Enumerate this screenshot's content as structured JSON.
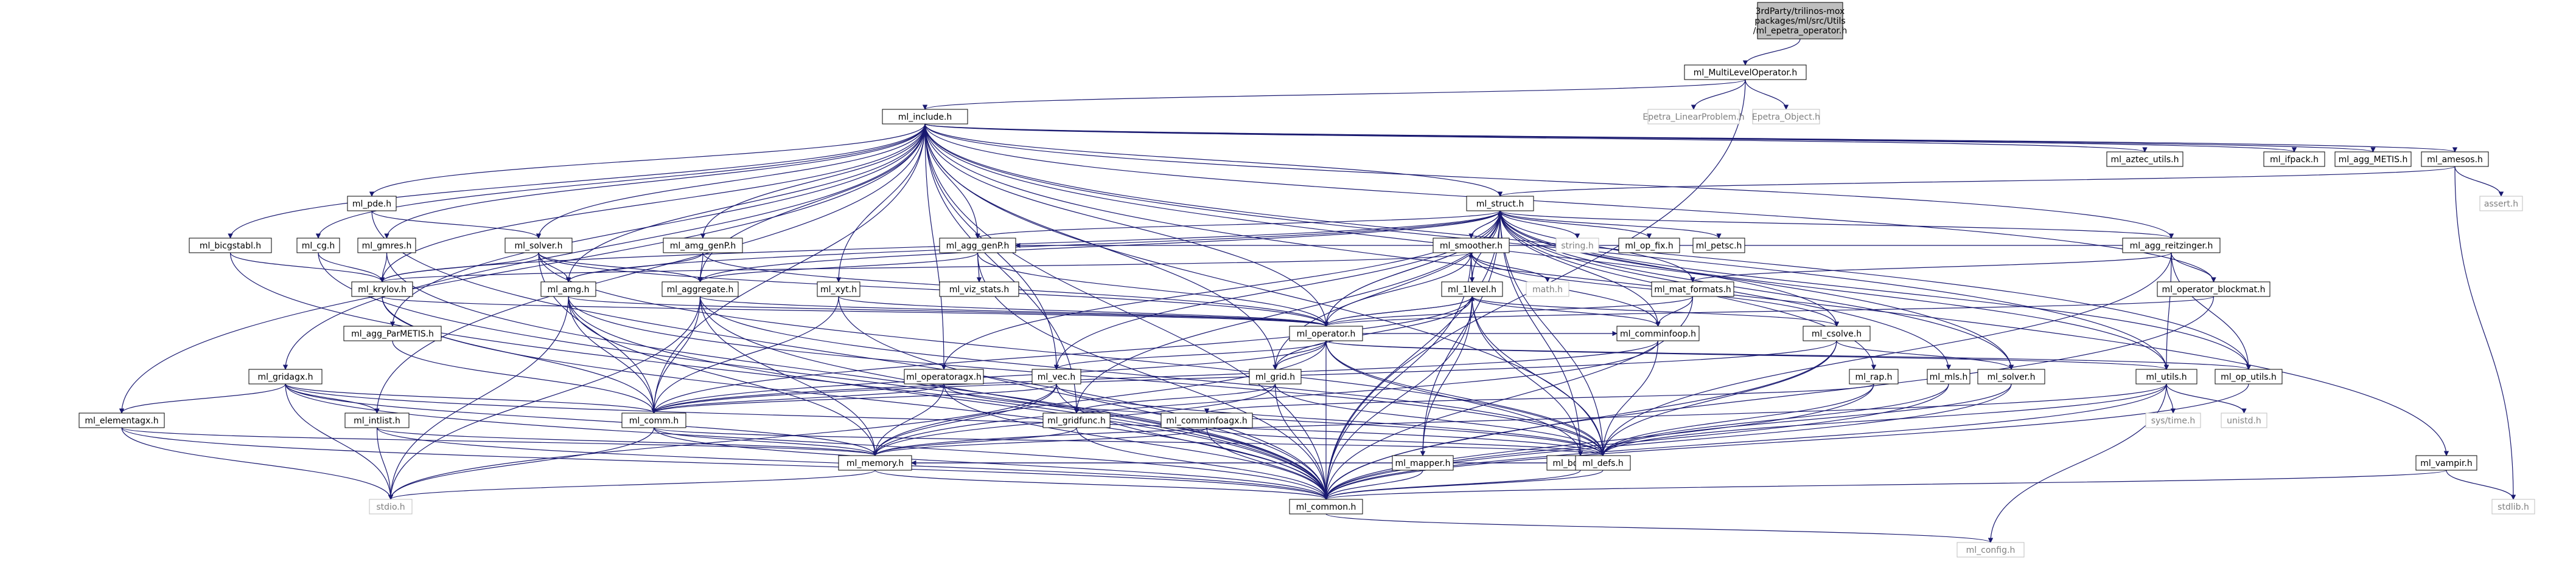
{
  "colors": {
    "edge": "#191970",
    "edge_weak": "#d3d3d3",
    "node_border": "#000000",
    "node_border_external": "#bfbfbf",
    "node_fill": "#ffffff",
    "root_fill": "#bfbfbf",
    "text": "#000000",
    "text_external": "#808080"
  },
  "nodes": [
    {
      "id": "root",
      "lines": [
        "3rdParty/trilinos-mox",
        "packages/ml/src/Utils",
        "/ml_epetra_operator.h"
      ],
      "kind": "root"
    },
    {
      "id": "mlop",
      "lines": [
        "ml_MultiLevelOperator.h"
      ]
    },
    {
      "id": "elp",
      "lines": [
        "Epetra_LinearProblem.h"
      ],
      "kind": "external"
    },
    {
      "id": "eobj",
      "lines": [
        "Epetra_Object.h"
      ],
      "kind": "external"
    },
    {
      "id": "inc",
      "lines": [
        "ml_include.h"
      ]
    },
    {
      "id": "aztec",
      "lines": [
        "ml_aztec_utils.h"
      ]
    },
    {
      "id": "ifpack",
      "lines": [
        "ml_ifpack.h"
      ]
    },
    {
      "id": "aggmet",
      "lines": [
        "ml_agg_METIS.h"
      ]
    },
    {
      "id": "amesos",
      "lines": [
        "ml_amesos.h"
      ]
    },
    {
      "id": "assert",
      "lines": [
        "assert.h"
      ],
      "kind": "external"
    },
    {
      "id": "pde",
      "lines": [
        "ml_pde.h"
      ]
    },
    {
      "id": "struct",
      "lines": [
        "ml_struct.h"
      ]
    },
    {
      "id": "reitz",
      "lines": [
        "ml_agg_reitzinger.h"
      ]
    },
    {
      "id": "bicg",
      "lines": [
        "ml_bicgstabl.h"
      ]
    },
    {
      "id": "cg",
      "lines": [
        "ml_cg.h"
      ]
    },
    {
      "id": "gmres",
      "lines": [
        "ml_gmres.h"
      ]
    },
    {
      "id": "solver",
      "lines": [
        "ml_solver.h"
      ]
    },
    {
      "id": "genP",
      "lines": [
        "ml_amg_genP.h"
      ]
    },
    {
      "id": "agggen",
      "lines": [
        "ml_agg_genP.h"
      ]
    },
    {
      "id": "vizst",
      "lines": [
        "ml_viz_stats.h"
      ]
    },
    {
      "id": "smooth",
      "lines": [
        "ml_smoother.h"
      ]
    },
    {
      "id": "string",
      "lines": [
        "string.h"
      ],
      "kind": "external"
    },
    {
      "id": "opfix",
      "lines": [
        "ml_op_fix.h"
      ]
    },
    {
      "id": "petsc",
      "lines": [
        "ml_petsc.h"
      ]
    },
    {
      "id": "krylov",
      "lines": [
        "ml_krylov.h"
      ]
    },
    {
      "id": "amg",
      "lines": [
        "ml_amg.h"
      ]
    },
    {
      "id": "aggreg",
      "lines": [
        "ml_aggregate.h"
      ]
    },
    {
      "id": "xyt",
      "lines": [
        "ml_xyt.h"
      ]
    },
    {
      "id": "1level",
      "lines": [
        "ml_1level.h"
      ]
    },
    {
      "id": "math",
      "lines": [
        "math.h"
      ],
      "kind": "external"
    },
    {
      "id": "matfmt",
      "lines": [
        "ml_mat_formats.h"
      ]
    },
    {
      "id": "opblk",
      "lines": [
        "ml_operator_blockmat.h"
      ]
    },
    {
      "id": "parmet",
      "lines": [
        "ml_agg_ParMETIS.h"
      ]
    },
    {
      "id": "oper",
      "lines": [
        "ml_operator.h"
      ]
    },
    {
      "id": "commop",
      "lines": [
        "ml_comminfoop.h"
      ]
    },
    {
      "id": "csolve",
      "lines": [
        "ml_csolve.h"
      ]
    },
    {
      "id": "gridag",
      "lines": [
        "ml_gridagx.h"
      ]
    },
    {
      "id": "opagx",
      "lines": [
        "ml_operatoragx.h"
      ]
    },
    {
      "id": "vec",
      "lines": [
        "ml_vec.h"
      ]
    },
    {
      "id": "grid",
      "lines": [
        "ml_grid.h"
      ]
    },
    {
      "id": "dsolve",
      "lines": [
        "ml_solver.h"
      ]
    },
    {
      "id": "rap",
      "lines": [
        "ml_rap.h"
      ]
    },
    {
      "id": "mls",
      "lines": [
        "ml_mls.h"
      ]
    },
    {
      "id": "utils",
      "lines": [
        "ml_utils.h"
      ]
    },
    {
      "id": "oputil",
      "lines": [
        "ml_op_utils.h"
      ]
    },
    {
      "id": "elemag",
      "lines": [
        "ml_elementagx.h"
      ]
    },
    {
      "id": "intlst",
      "lines": [
        "ml_intlist.h"
      ]
    },
    {
      "id": "comm",
      "lines": [
        "ml_comm.h"
      ]
    },
    {
      "id": "gridfn",
      "lines": [
        "ml_gridfunc.h"
      ]
    },
    {
      "id": "cmagx",
      "lines": [
        "ml_comminfoagx.h"
      ]
    },
    {
      "id": "mapper",
      "lines": [
        "ml_mapper.h"
      ]
    },
    {
      "id": "bdypts",
      "lines": [
        "ml_bdrypts.h"
      ]
    },
    {
      "id": "systime",
      "lines": [
        "sys/time.h"
      ],
      "kind": "external"
    },
    {
      "id": "unistd",
      "lines": [
        "unistd.h"
      ],
      "kind": "external"
    },
    {
      "id": "memory",
      "lines": [
        "ml_memory.h"
      ]
    },
    {
      "id": "defs",
      "lines": [
        "ml_defs.h"
      ]
    },
    {
      "id": "vampir",
      "lines": [
        "ml_vampir.h"
      ]
    },
    {
      "id": "stdio",
      "lines": [
        "stdio.h"
      ],
      "kind": "external"
    },
    {
      "id": "common",
      "lines": [
        "ml_common.h"
      ]
    },
    {
      "id": "stdlib",
      "lines": [
        "stdlib.h"
      ],
      "kind": "external"
    },
    {
      "id": "config",
      "lines": [
        "ml_config.h"
      ],
      "kind": "external"
    }
  ],
  "edges": [
    [
      "root",
      "mlop"
    ],
    [
      "mlop",
      "inc"
    ],
    [
      "mlop",
      "elp"
    ],
    [
      "mlop",
      "eobj"
    ],
    [
      "mlop",
      "common"
    ],
    [
      "inc",
      "aztec"
    ],
    [
      "inc",
      "ifpack"
    ],
    [
      "inc",
      "aggmet"
    ],
    [
      "inc",
      "amesos"
    ],
    [
      "inc",
      "pde"
    ],
    [
      "inc",
      "struct"
    ],
    [
      "inc",
      "reitz"
    ],
    [
      "inc",
      "bicg"
    ],
    [
      "inc",
      "cg"
    ],
    [
      "inc",
      "gmres"
    ],
    [
      "inc",
      "solver"
    ],
    [
      "inc",
      "genP"
    ],
    [
      "inc",
      "agggen"
    ],
    [
      "inc",
      "krylov"
    ],
    [
      "inc",
      "amg"
    ],
    [
      "inc",
      "aggreg"
    ],
    [
      "inc",
      "xyt"
    ],
    [
      "inc",
      "parmet"
    ],
    [
      "inc",
      "oper"
    ],
    [
      "inc",
      "opblk"
    ],
    [
      "inc",
      "gridag"
    ],
    [
      "inc",
      "elemag"
    ],
    [
      "inc",
      "intlst"
    ],
    [
      "inc",
      "comm"
    ],
    [
      "inc",
      "opagx"
    ],
    [
      "inc",
      "vec"
    ],
    [
      "inc",
      "grid"
    ],
    [
      "inc",
      "gridfn"
    ],
    [
      "inc",
      "defs"
    ],
    [
      "inc",
      "oputil"
    ],
    [
      "inc",
      "dsolve"
    ],
    [
      "inc",
      "vampir"
    ],
    [
      "inc",
      "common"
    ],
    [
      "inc",
      "utils"
    ],
    [
      "amesos",
      "struct"
    ],
    [
      "amesos",
      "assert"
    ],
    [
      "amesos",
      "stdlib"
    ],
    [
      "pde",
      "solver"
    ],
    [
      "pde",
      "common"
    ],
    [
      "struct",
      "smooth"
    ],
    [
      "struct",
      "string"
    ],
    [
      "struct",
      "opfix"
    ],
    [
      "struct",
      "petsc"
    ],
    [
      "struct",
      "1level"
    ],
    [
      "struct",
      "matfmt"
    ],
    [
      "struct",
      "oper"
    ],
    [
      "struct",
      "krylov"
    ],
    [
      "struct",
      "amg"
    ],
    [
      "struct",
      "aggreg"
    ],
    [
      "struct",
      "agggen"
    ],
    [
      "struct",
      "commop"
    ],
    [
      "struct",
      "csolve"
    ],
    [
      "struct",
      "grid"
    ],
    [
      "struct",
      "vec"
    ],
    [
      "struct",
      "rap"
    ],
    [
      "struct",
      "mls"
    ],
    [
      "struct",
      "dsolve"
    ],
    [
      "struct",
      "utils"
    ],
    [
      "struct",
      "oputil"
    ],
    [
      "struct",
      "gridfn"
    ],
    [
      "struct",
      "mapper"
    ],
    [
      "struct",
      "bdypts"
    ],
    [
      "struct",
      "opagx"
    ],
    [
      "struct",
      "defs"
    ],
    [
      "struct",
      "common"
    ],
    [
      "reitz",
      "agggen"
    ],
    [
      "reitz",
      "opblk"
    ],
    [
      "reitz",
      "utils"
    ],
    [
      "reitz",
      "oputil"
    ],
    [
      "reitz",
      "matfmt"
    ],
    [
      "reitz",
      "defs"
    ],
    [
      "reitz",
      "struct"
    ],
    [
      "bicg",
      "krylov"
    ],
    [
      "bicg",
      "common"
    ],
    [
      "cg",
      "krylov"
    ],
    [
      "cg",
      "common"
    ],
    [
      "gmres",
      "krylov"
    ],
    [
      "gmres",
      "common"
    ],
    [
      "solver",
      "amg"
    ],
    [
      "solver",
      "aggreg"
    ],
    [
      "solver",
      "comm"
    ],
    [
      "solver",
      "krylov"
    ],
    [
      "solver",
      "oper"
    ],
    [
      "solver",
      "defs"
    ],
    [
      "genP",
      "amg"
    ],
    [
      "genP",
      "aggreg"
    ],
    [
      "genP",
      "oper"
    ],
    [
      "agggen",
      "vizst"
    ],
    [
      "agggen",
      "aggreg"
    ],
    [
      "agggen",
      "oper"
    ],
    [
      "agggen",
      "common"
    ],
    [
      "smooth",
      "1level"
    ],
    [
      "smooth",
      "oper"
    ],
    [
      "smooth",
      "commop"
    ],
    [
      "smooth",
      "math"
    ],
    [
      "smooth",
      "csolve"
    ],
    [
      "smooth",
      "common"
    ],
    [
      "smooth",
      "struct"
    ],
    [
      "smooth",
      "krylov"
    ],
    [
      "krylov",
      "comm"
    ],
    [
      "krylov",
      "oper"
    ],
    [
      "krylov",
      "common"
    ],
    [
      "amg",
      "oper"
    ],
    [
      "amg",
      "comm"
    ],
    [
      "amg",
      "memory"
    ],
    [
      "amg",
      "defs"
    ],
    [
      "amg",
      "common"
    ],
    [
      "amg",
      "stdio"
    ],
    [
      "aggreg",
      "oper"
    ],
    [
      "aggreg",
      "comm"
    ],
    [
      "aggreg",
      "memory"
    ],
    [
      "aggreg",
      "defs"
    ],
    [
      "aggreg",
      "common"
    ],
    [
      "aggreg",
      "stdio"
    ],
    [
      "xyt",
      "oper"
    ],
    [
      "xyt",
      "comm"
    ],
    [
      "xyt",
      "common"
    ],
    [
      "1level",
      "oper"
    ],
    [
      "1level",
      "commop"
    ],
    [
      "1level",
      "csolve"
    ],
    [
      "1level",
      "grid"
    ],
    [
      "1level",
      "mapper"
    ],
    [
      "1level",
      "bdypts"
    ],
    [
      "1level",
      "defs"
    ],
    [
      "1level",
      "common"
    ],
    [
      "1level",
      "smooth"
    ],
    [
      "1level",
      "comm"
    ],
    [
      "matfmt",
      "oper"
    ],
    [
      "matfmt",
      "commop"
    ],
    [
      "matfmt",
      "common"
    ],
    [
      "opblk",
      "oper"
    ],
    [
      "opblk",
      "common"
    ],
    [
      "parmet",
      "comm"
    ],
    [
      "oper",
      "commop"
    ],
    [
      "oper",
      "grid"
    ],
    [
      "oper",
      "comm"
    ],
    [
      "oper",
      "defs"
    ],
    [
      "oper",
      "common"
    ],
    [
      "oper",
      "vec"
    ],
    [
      "oper",
      "1level"
    ],
    [
      "oper",
      "utils"
    ],
    [
      "oper",
      "oputil"
    ],
    [
      "oper",
      "memory"
    ],
    [
      "oper",
      "bdypts"
    ],
    [
      "oper",
      "struct"
    ],
    [
      "commop",
      "comm"
    ],
    [
      "commop",
      "memory"
    ],
    [
      "commop",
      "defs"
    ],
    [
      "csolve",
      "dsolve"
    ],
    [
      "csolve",
      "defs"
    ],
    [
      "csolve",
      "common"
    ],
    [
      "csolve",
      "comm"
    ],
    [
      "gridag",
      "intlst"
    ],
    [
      "gridag",
      "elemag"
    ],
    [
      "gridag",
      "comm"
    ],
    [
      "gridag",
      "memory"
    ],
    [
      "gridag",
      "defs"
    ],
    [
      "gridag",
      "stdio"
    ],
    [
      "gridag",
      "common"
    ],
    [
      "opagx",
      "comm"
    ],
    [
      "opagx",
      "memory"
    ],
    [
      "opagx",
      "common"
    ],
    [
      "opagx",
      "defs"
    ],
    [
      "vec",
      "comm"
    ],
    [
      "vec",
      "memory"
    ],
    [
      "vec",
      "defs"
    ],
    [
      "vec",
      "common"
    ],
    [
      "vec",
      "stdio"
    ],
    [
      "grid",
      "gridfn"
    ],
    [
      "grid",
      "memory"
    ],
    [
      "grid",
      "defs"
    ],
    [
      "grid",
      "common"
    ],
    [
      "dsolve",
      "defs"
    ],
    [
      "dsolve",
      "common"
    ],
    [
      "rap",
      "cmagx"
    ],
    [
      "rap",
      "defs"
    ],
    [
      "rap",
      "common"
    ],
    [
      "mls",
      "defs"
    ],
    [
      "mls",
      "common"
    ],
    [
      "utils",
      "systime"
    ],
    [
      "utils",
      "unistd"
    ],
    [
      "utils",
      "defs"
    ],
    [
      "utils",
      "common"
    ],
    [
      "utils",
      "memory"
    ],
    [
      "utils",
      "config"
    ],
    [
      "oputil",
      "common"
    ],
    [
      "elemag",
      "memory"
    ],
    [
      "elemag",
      "common"
    ],
    [
      "elemag",
      "stdio"
    ],
    [
      "intlst",
      "memory"
    ],
    [
      "intlst",
      "common"
    ],
    [
      "intlst",
      "stdio"
    ],
    [
      "comm",
      "memory"
    ],
    [
      "comm",
      "defs"
    ],
    [
      "comm",
      "common"
    ],
    [
      "comm",
      "stdio"
    ],
    [
      "gridfn",
      "memory"
    ],
    [
      "gridfn",
      "common"
    ],
    [
      "cmagx",
      "memory"
    ],
    [
      "cmagx",
      "defs"
    ],
    [
      "cmagx",
      "common"
    ],
    [
      "mapper",
      "memory"
    ],
    [
      "mapper",
      "defs"
    ],
    [
      "mapper",
      "common"
    ],
    [
      "bdypts",
      "memory"
    ],
    [
      "bdypts",
      "defs"
    ],
    [
      "bdypts",
      "common"
    ],
    [
      "memory",
      "common"
    ],
    [
      "memory",
      "stdio"
    ],
    [
      "defs",
      "common"
    ],
    [
      "vampir",
      "common"
    ],
    [
      "vampir",
      "stdlib"
    ],
    [
      "common",
      "config"
    ]
  ]
}
